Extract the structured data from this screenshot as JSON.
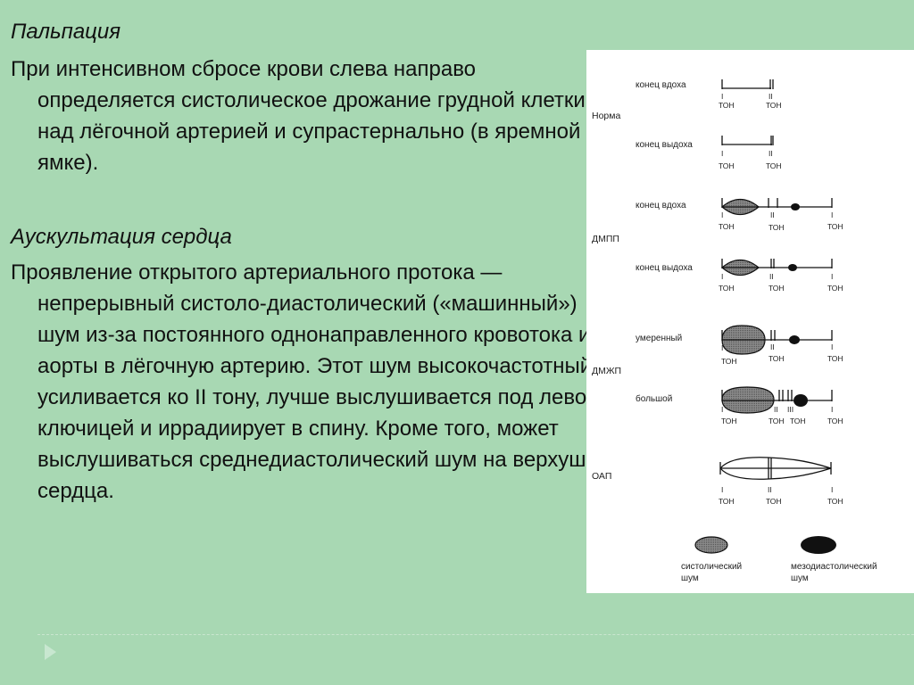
{
  "text": {
    "palpation_heading": "Пальпация",
    "palpation_text": "При интенсивном сбросе крови слева направо определяется систолическое дрожание грудной клетки над лёгочной артерией и супрастернально (в яремной ямке).",
    "auscultation_heading": "Аускультация сердца",
    "auscultation_text": "Проявление открытого артериального протока — непрерывный систоло-диастолический («машинный») шум из-за постоянного однонаправленного кровотока из аорты в лёгочную артерию. Этот шум высокочастотный, усиливается ко II тону, лучше выслушивается под левой ключицей и иррадиирует в спину. Кроме того, может выслушиваться среднедиастолический шум на верхушке сердца."
  },
  "figure": {
    "tone_label": "ТОН",
    "tone_I": "I",
    "tone_II": "II",
    "tone_III": "III",
    "groups": {
      "norma": "Норма",
      "dmpp": "ДМПП",
      "dmzhp": "ДМЖП",
      "oap": "ОАП"
    },
    "rows": {
      "norma_inhale": "конец вдоха",
      "norma_exhale": "конец выдоха",
      "dmpp_inhale": "конец вдоха",
      "dmpp_exhale": "конец выдоха",
      "dmzhp_moderate": "умеренный",
      "dmzhp_large": "большой"
    },
    "legend": {
      "systolic_1": "систолический",
      "systolic_2": "шум",
      "mesodiastolic_1": "мезодиастолический",
      "mesodiastolic_2": "шум"
    }
  },
  "colors": {
    "background": "#a8d8b3",
    "figure_background": "#ffffff",
    "systolic_fill": "#777777",
    "mesodiastolic_fill": "#111111"
  }
}
